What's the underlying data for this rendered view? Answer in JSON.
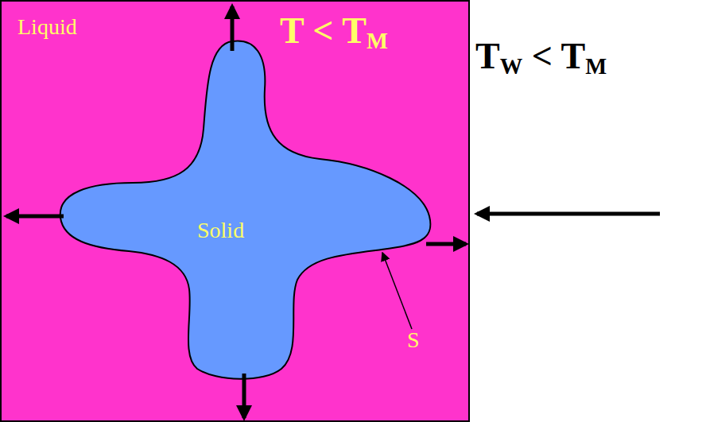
{
  "diagram": {
    "nodes": [
      {
        "text": [
          "Liquid"
        ]
      },
      {
        "text": [
          "Solid"
        ],
        "in": 0
      }
    ],
    "labels": [
      "T < T",
      "M",
      "S",
      "T",
      "W",
      "< T",
      "M"
    ]
  }
}
